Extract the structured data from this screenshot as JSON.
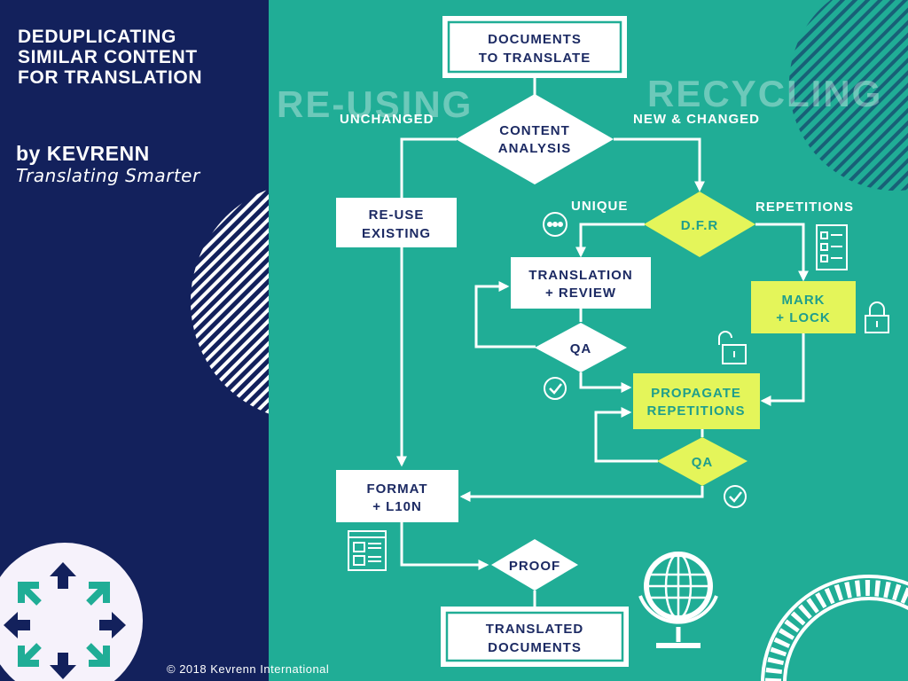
{
  "title": {
    "line1": "DEDUPLICATING",
    "line2": "SIMILAR CONTENT",
    "line3": "FOR TRANSLATION"
  },
  "byline": "by KEVRENN",
  "tagline": "Translating Smarter",
  "copyright": "© 2018 Kevrenn International",
  "watermarks": {
    "left": "RE-USING",
    "right": "RECYCLING"
  },
  "nodes": {
    "documents_to_translate": [
      "DOCUMENTS",
      "TO TRANSLATE"
    ],
    "content_analysis": [
      "CONTENT",
      "ANALYSIS"
    ],
    "re_use_existing": [
      "RE-USE",
      "EXISTING"
    ],
    "dfr": [
      "D.F.R"
    ],
    "translation_review": [
      "TRANSLATION",
      "+ REVIEW"
    ],
    "qa1": [
      "QA"
    ],
    "mark_lock": [
      "MARK",
      "+ LOCK"
    ],
    "propagate": [
      "PROPAGATE",
      "REPETITIONS"
    ],
    "qa2": [
      "QA"
    ],
    "format": [
      "FORMAT",
      "+ L10N"
    ],
    "proof": [
      "PROOF"
    ],
    "translated_documents": [
      "TRANSLATED",
      "DOCUMENTS"
    ]
  },
  "edge_labels": {
    "unchanged": "UNCHANGED",
    "new_changed": "NEW & CHANGED",
    "unique": "UNIQUE",
    "repetitions": "REPETITIONS"
  },
  "colors": {
    "navy": "#13215c",
    "teal": "#20ad96",
    "lime": "#e4f55a",
    "white": "#ffffff",
    "navy_text": "#1c2a63",
    "teal_text": "#1f9e8c"
  }
}
